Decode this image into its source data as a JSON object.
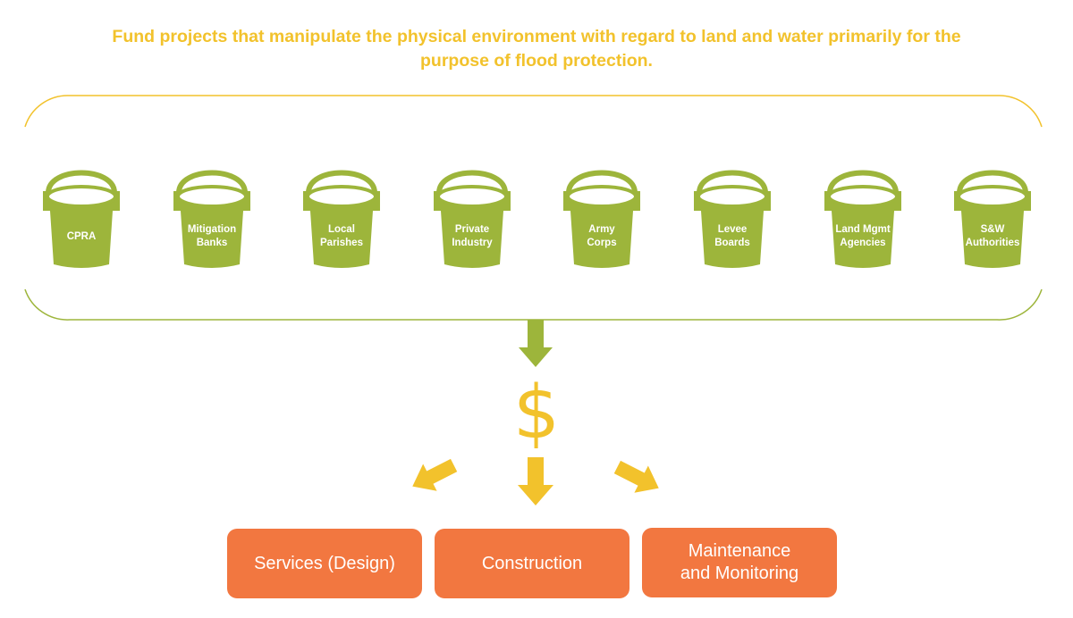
{
  "headline": {
    "line1": "Fund projects that manipulate the physical environment with regard to land and water primarily for the",
    "line2": "purpose of flood protection."
  },
  "colors": {
    "headline": "#f2c22c",
    "bucket_green": "#9db53b",
    "frame_top": "#f2c22c",
    "frame_bottom": "#9db53b",
    "arrow_yellow": "#f2c22c",
    "arrow_green": "#9db53b",
    "outcome_orange": "#f27740"
  },
  "funding_sources": [
    {
      "label": "CPRA"
    },
    {
      "label": "Mitigation\nBanks"
    },
    {
      "label": "Local\nParishes"
    },
    {
      "label": "Private\nIndustry"
    },
    {
      "label": "Army\nCorps"
    },
    {
      "label": "Levee\nBoards"
    },
    {
      "label": "Land Mgmt\nAgencies"
    },
    {
      "label": "S&W\nAuthorities"
    }
  ],
  "money": {
    "symbol": "$",
    "icon": "dollar-sign-icon"
  },
  "outcomes": [
    {
      "label": "Services (Design)"
    },
    {
      "label": "Construction"
    },
    {
      "label": "Maintenance\nand Monitoring"
    }
  ]
}
